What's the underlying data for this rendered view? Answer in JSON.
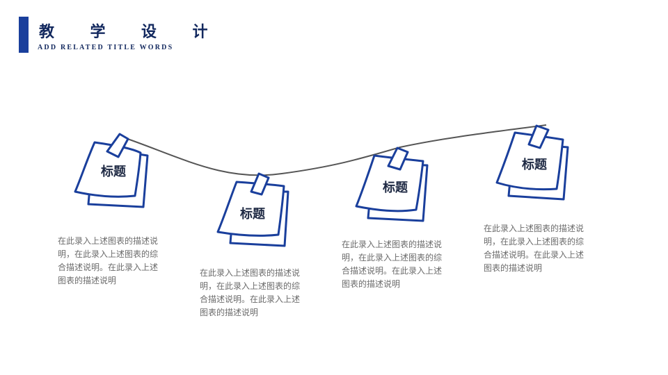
{
  "header": {
    "title": "教 学 设 计",
    "subtitle": "ADD RELATED TITLE WORDS"
  },
  "colors": {
    "accent": "#1a3f9c",
    "title": "#12285e",
    "body_text": "#6b6b6b",
    "string": "#555555"
  },
  "notes": [
    {
      "label": "标题",
      "description": "在此录入上述图表的描述说明，在此录入上述图表的综合描述说明。在此录入上述图表的描述说明"
    },
    {
      "label": "标题",
      "description": "在此录入上述图表的描述说明，在此录入上述图表的综合描述说明。在此录入上述图表的描述说明"
    },
    {
      "label": "标题",
      "description": "在此录入上述图表的描述说明，在此录入上述图表的综合描述说明。在此录入上述图表的描述说明"
    },
    {
      "label": "标题",
      "description": "在此录入上述图表的描述说明，在此录入上述图表的综合描述说明。在此录入上述图表的描述说明"
    }
  ]
}
